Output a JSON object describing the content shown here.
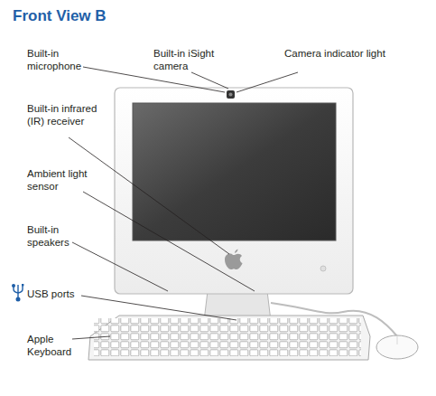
{
  "diagram": {
    "title": "Front View B",
    "labels": [
      "Built-in microphone",
      "Built-in iSight camera",
      "Camera indicator light",
      "Built-in infrared (IR) receiver",
      "Ambient light sensor",
      "Built-in speakers",
      "USB ports",
      "Apple Keyboard"
    ]
  }
}
